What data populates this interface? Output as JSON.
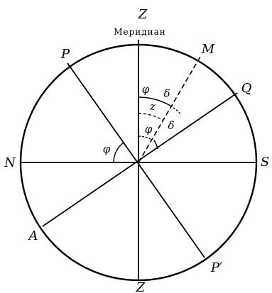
{
  "caption": "Меридиан",
  "points": {
    "zenith": "Z",
    "nadir": "Z",
    "pole_north": "P",
    "pole_south": "P′",
    "north": "N",
    "south": "S",
    "star": "M",
    "equator_point": "Q",
    "equator_opposite": "A"
  },
  "angles": {
    "phi_left": "φ",
    "phi_upper": "φ",
    "phi_lower": "φ",
    "delta_upper": "δ",
    "delta_lower": "δ",
    "z": "z"
  },
  "colors": {
    "stroke": "#000000",
    "background": "#ffffff"
  }
}
